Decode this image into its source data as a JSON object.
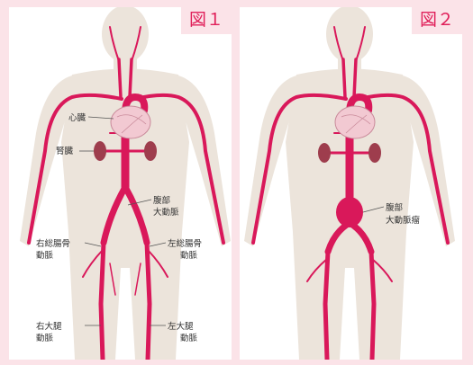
{
  "figures": [
    {
      "tag": "図１",
      "labels": {
        "heart": "心臓",
        "kidney": "腎臓",
        "abdominal_aorta_1": "腹部",
        "abdominal_aorta_2": "大動脈",
        "right_iliac_1": "右総腸骨",
        "right_iliac_2": "動脈",
        "left_iliac_1": "左総腸骨",
        "left_iliac_2": "動脈",
        "right_femoral_1": "右大腿",
        "right_femoral_2": "動脈",
        "left_femoral_1": "左大腿",
        "left_femoral_2": "動脈"
      }
    },
    {
      "tag": "図２",
      "labels": {
        "aneurysm_1": "腹部",
        "aneurysm_2": "大動脈瘤"
      }
    }
  ],
  "colors": {
    "artery": "#d9185a",
    "body": "#ece4db",
    "kidney": "#9e3d4d",
    "heart": "#f2c9d2",
    "accent": "#e0205a"
  }
}
